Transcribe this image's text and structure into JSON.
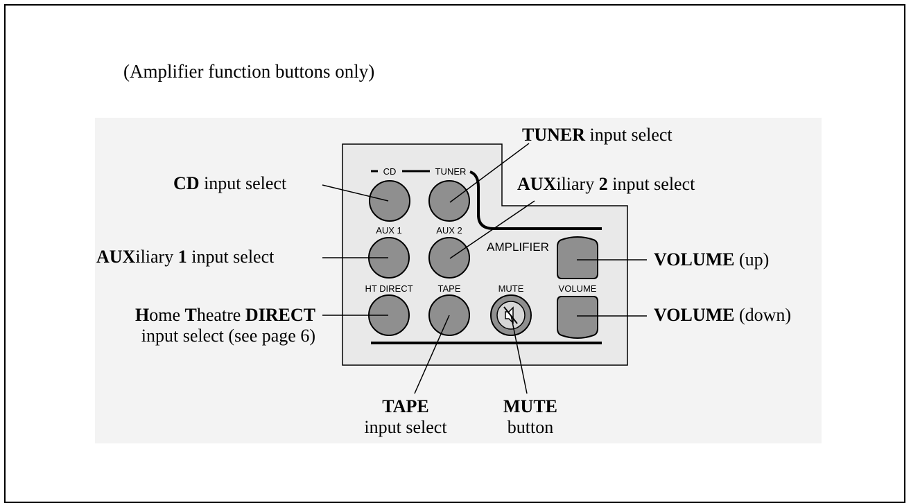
{
  "caption": "(Amplifier function buttons only)",
  "panel": {
    "labels": {
      "cd": "CD",
      "tuner": "TUNER",
      "aux1": "AUX 1",
      "aux2": "AUX 2",
      "amplifier": "AMPLIFIER",
      "ht_direct": "HT DIRECT",
      "tape": "TAPE",
      "mute": "MUTE",
      "volume": "VOLUME"
    },
    "mute_icon": "speaker-muted-icon"
  },
  "callouts": {
    "tuner": {
      "bold": "TUNER",
      "rest": " input select"
    },
    "cd": {
      "bold": "CD",
      "rest": " input select"
    },
    "aux2": {
      "bold1": "AUX",
      "mid1": "iliary ",
      "bold2": "2",
      "rest": " input select"
    },
    "aux1": {
      "bold1": "AUX",
      "mid1": "iliary ",
      "bold2": "1",
      "rest": " input select"
    },
    "volume_up": {
      "bold": "VOLUME",
      "rest": " (up)"
    },
    "volume_down": {
      "bold": "VOLUME",
      "rest": " (down)"
    },
    "ht_direct": {
      "b1": "H",
      "t1": "ome ",
      "b2": "T",
      "t2": "heatre ",
      "b3": "DIRECT",
      "line2": "input select (see page 6)"
    },
    "tape": {
      "bold": "TAPE",
      "line2": "input select"
    },
    "mute": {
      "bold": "MUTE",
      "line2": "button"
    }
  }
}
